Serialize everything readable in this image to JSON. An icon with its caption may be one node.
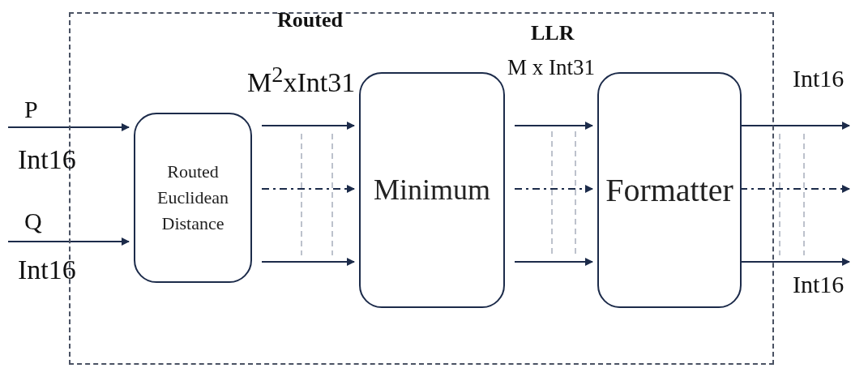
{
  "diagram": {
    "nodes": [
      {
        "text": [],
        "shape": "box"
      },
      {
        "text": [
          "Routed Euclidean Distance"
        ],
        "in": 0
      },
      {
        "text": [
          "Minimum"
        ],
        "in": 0
      },
      {
        "text": [
          "Formatter"
        ],
        "in": 0
      }
    ],
    "edges": [
      {
        "from": null,
        "to": 1,
        "arrow": "to"
      },
      {
        "from": null,
        "to": 1,
        "arrow": "to"
      },
      {
        "from": 1,
        "to": 2,
        "arrow": "to"
      },
      {
        "from": 1,
        "to": 2,
        "arrow": "to",
        "style": "dashed"
      },
      {
        "from": 1,
        "to": 2,
        "arrow": "to"
      },
      {
        "from": 2,
        "to": 3,
        "arrow": "to"
      },
      {
        "from": 2,
        "to": 3,
        "arrow": "to",
        "style": "dashed"
      },
      {
        "from": 2,
        "to": 3,
        "arrow": "to"
      },
      {
        "from": 3,
        "to": null,
        "arrow": "to"
      },
      {
        "from": 3,
        "to": null,
        "arrow": "to",
        "style": "dashed"
      },
      {
        "from": 3,
        "to": null,
        "arrow": "to"
      }
    ],
    "labels": [
      "P",
      "Int16",
      "Q",
      "Int16",
      "Routed",
      "M$^{2}$xInt31",
      "LLR",
      "M x Int31",
      "Int16",
      "Int16"
    ]
  }
}
